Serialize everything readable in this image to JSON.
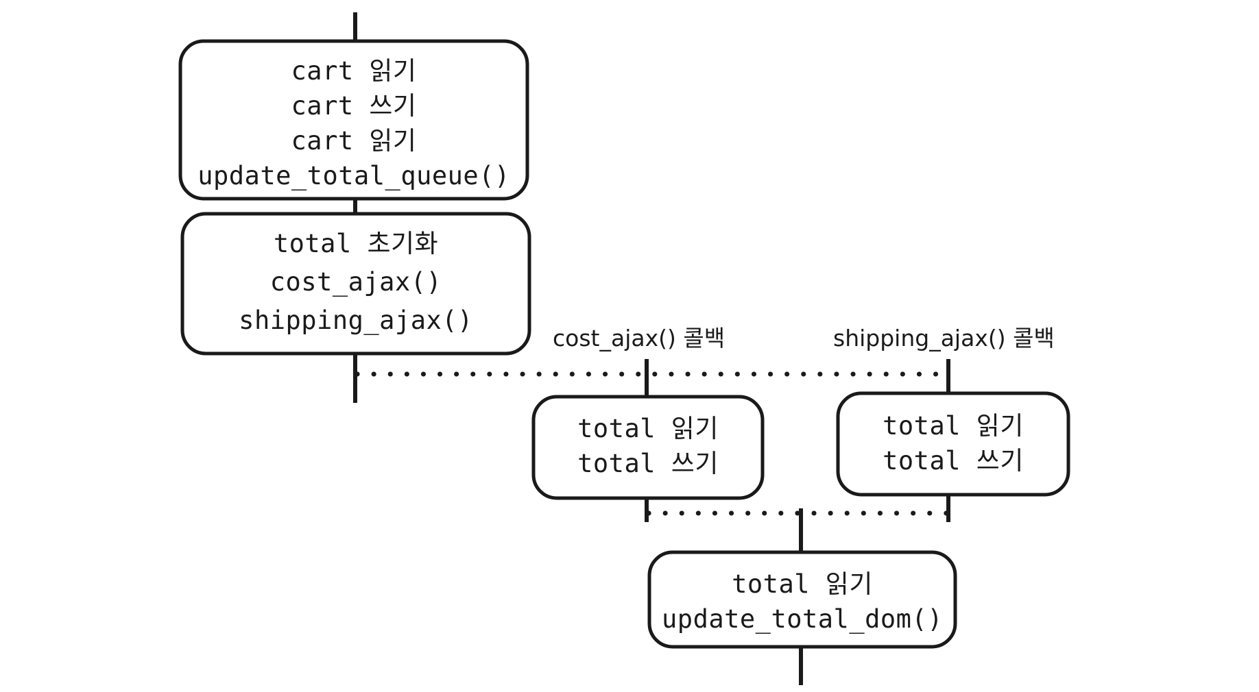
{
  "diagram": {
    "title": "",
    "colors": {
      "stroke": "#1a1a1a",
      "background": "#ffffff",
      "box_fill": "#ffffff"
    },
    "nodes": [
      {
        "id": "node-cart-queue",
        "name": "cart-queue-box",
        "lines": [
          "cart 읽기",
          "cart 쓰기",
          "cart 읽기",
          "update_total_queue()"
        ]
      },
      {
        "id": "node-total-init",
        "name": "total-init-box",
        "lines": [
          "total 초기화",
          "cost_ajax()",
          "shipping_ajax()"
        ]
      },
      {
        "id": "node-cost-callback",
        "name": "cost-callback-box",
        "lines": [
          "total 읽기",
          "total 쓰기"
        ]
      },
      {
        "id": "node-shipping-callback",
        "name": "shipping-callback-box",
        "lines": [
          "total 읽기",
          "total 쓰기"
        ]
      },
      {
        "id": "node-update-dom",
        "name": "update-dom-box",
        "lines": [
          "total 읽기",
          "update_total_dom()"
        ]
      }
    ],
    "labels": [
      {
        "id": "label-cost-callback",
        "text": "cost_ajax() 콜백"
      },
      {
        "id": "label-shipping-callback",
        "text": "shipping_ajax() 콜백"
      }
    ]
  }
}
